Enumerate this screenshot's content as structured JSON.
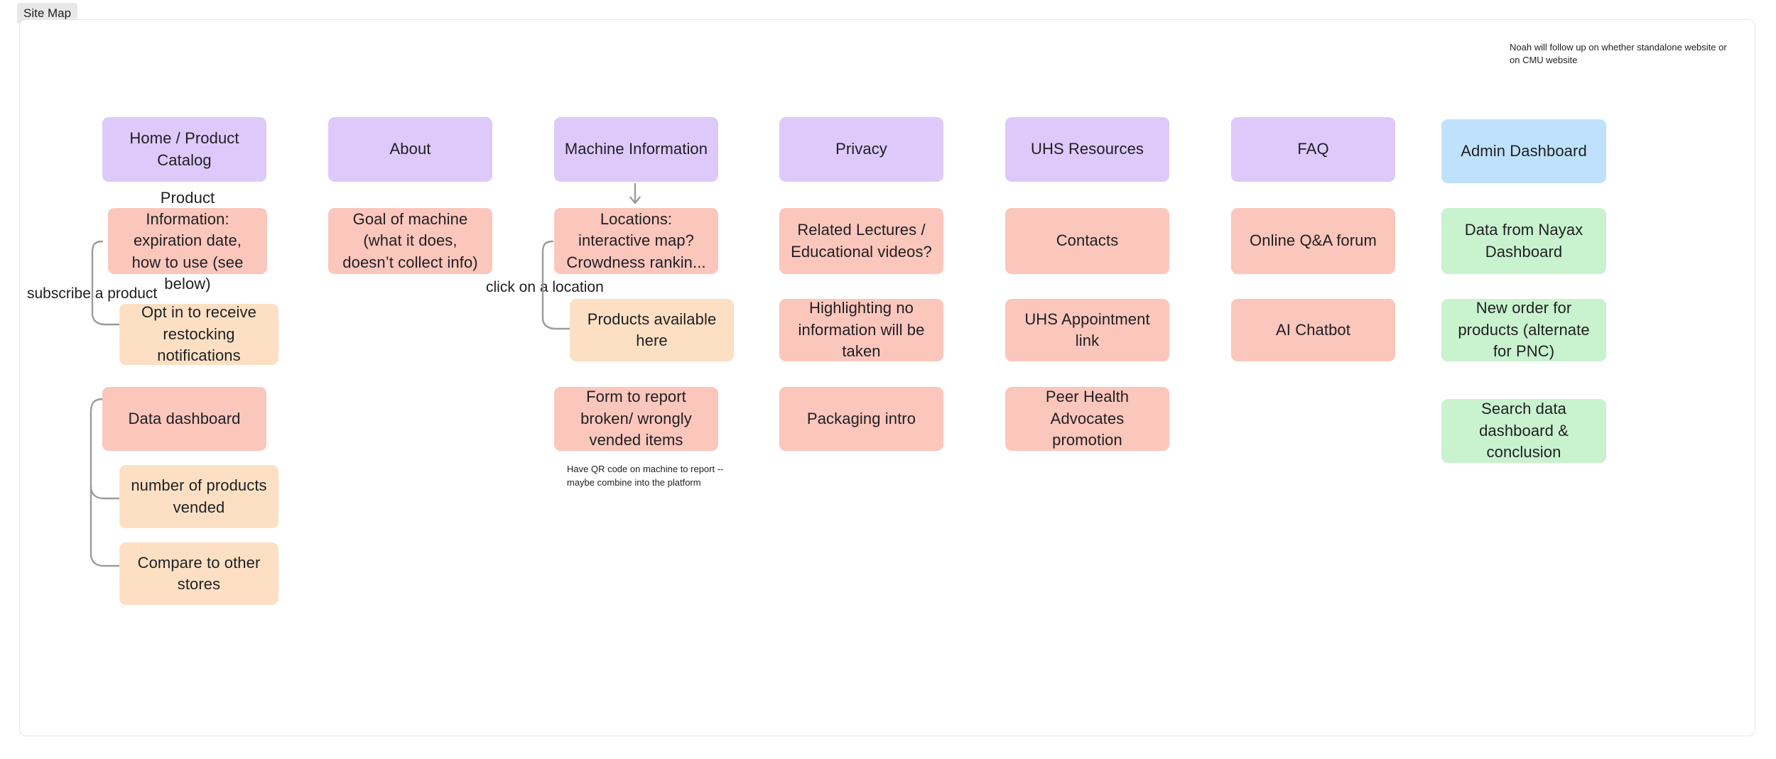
{
  "frame": {
    "label": "Site Map"
  },
  "notes": [
    {
      "id": "cmu-note",
      "text": "Noah will follow up on whether standalone website or on CMU website"
    },
    {
      "id": "subscribe-note",
      "text": "subscribe a product"
    },
    {
      "id": "click-location-note",
      "text": "click on a location"
    },
    {
      "id": "qr-note",
      "text": "Have QR code on machine to report -- maybe combine into the platform"
    }
  ],
  "colors": {
    "purple": "#DDC9FA",
    "salmon": "#FBC6BC",
    "orange": "#FDE0C4",
    "green": "#C9F2CE",
    "blue": "#BFE2FC",
    "connector": "#9B9B9B",
    "frame_border": "#E6E6E6",
    "label_bg": "#E8E8E8"
  },
  "columns": [
    {
      "id": "home",
      "root": "Home / Product Catalog",
      "nodes": [
        "Product Information: expiration date, how to use (see below)",
        "Opt in to receive restocking notifications",
        "Data dashboard",
        "number of products vended",
        "Compare to other stores"
      ]
    },
    {
      "id": "about",
      "root": "About",
      "nodes": [
        "Goal of machine (what it does, doesn’t collect info)"
      ]
    },
    {
      "id": "machine-information",
      "root": "Machine Information",
      "nodes": [
        "Locations: interactive map? Crowdness rankin...",
        "Products available here",
        "Form to report broken/ wrongly vended items"
      ]
    },
    {
      "id": "privacy",
      "root": "Privacy",
      "nodes": [
        "Related Lectures / Educational videos?",
        "Highlighting no information will be taken",
        "Packaging intro"
      ]
    },
    {
      "id": "uhs-resources",
      "root": "UHS Resources",
      "nodes": [
        "Contacts",
        "UHS Appointment link",
        "Peer Health Advocates promotion"
      ]
    },
    {
      "id": "faq",
      "root": "FAQ",
      "nodes": [
        "Online Q&A forum",
        "AI Chatbot"
      ]
    },
    {
      "id": "admin-dashboard",
      "root": "Admin Dashboard",
      "nodes": [
        "Data from Nayax Dashboard",
        "New order for products (alternate for PNC)",
        "Search data dashboard & conclusion"
      ]
    }
  ],
  "boxes": {
    "home_root": "Home / Product Catalog",
    "home_product_info": "Product Information: expiration date, how to use (see below)",
    "home_opt_in": "Opt in to receive restocking notifications",
    "home_data_dashboard": "Data dashboard",
    "home_num_vended": "number of products vended",
    "home_compare": "Compare to other stores",
    "about_root": "About",
    "about_goal": "Goal of machine (what it does, doesn’t collect info)",
    "machine_root": "Machine Information",
    "machine_locations": "Locations: interactive map? Crowdness rankin...",
    "machine_products": "Products available here",
    "machine_form": "Form to report broken/ wrongly vended items",
    "privacy_root": "Privacy",
    "privacy_lectures": "Related Lectures / Educational videos?",
    "privacy_highlight": "Highlighting no information will be taken",
    "privacy_packaging": "Packaging intro",
    "uhs_root": "UHS Resources",
    "uhs_contacts": "Contacts",
    "uhs_appointment": "UHS Appointment link",
    "uhs_peer": "Peer Health Advocates promotion",
    "faq_root": "FAQ",
    "faq_forum": "Online Q&A forum",
    "faq_chatbot": "AI Chatbot",
    "admin_root": "Admin Dashboard",
    "admin_nayax": "Data from Nayax Dashboard",
    "admin_new_order": "New order for products (alternate for PNC)",
    "admin_search": "Search data dashboard & conclusion"
  }
}
